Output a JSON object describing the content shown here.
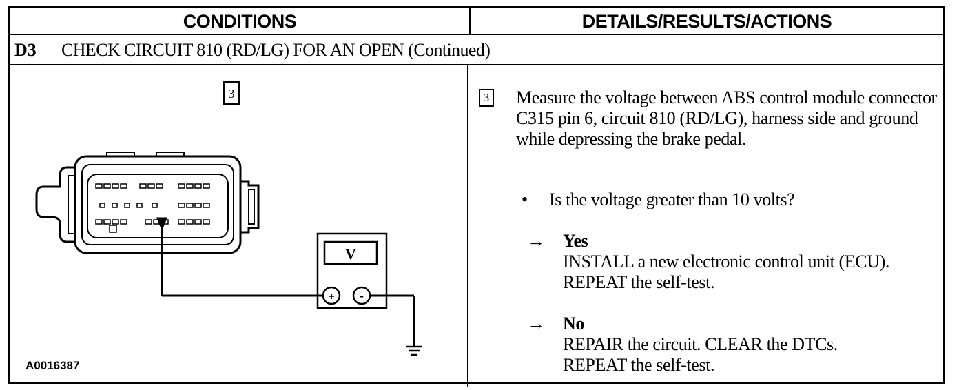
{
  "header": {
    "conditions": "CONDITIONS",
    "details": "DETAILS/RESULTS/ACTIONS"
  },
  "step": {
    "id": "D3",
    "title": "CHECK CIRCUIT 810 (RD/LG) FOR AN OPEN (Continued)"
  },
  "diagram": {
    "step_number": "3",
    "meter_label": "V",
    "plus_symbol": "+",
    "minus_symbol": "-",
    "figure_id": "A0016387"
  },
  "details": {
    "step_number": "3",
    "instruction": "Measure the voltage between ABS control module connector C315 pin 6, circuit 810 (RD/LG), harness side and ground while depressing the brake pedal.",
    "bullet": "•",
    "question": "Is the voltage greater than 10 volts?",
    "arrow": "→",
    "yes_label": "Yes",
    "yes_text": "INSTALL a new electronic control unit (ECU). REPEAT the self-test.",
    "no_label": "No",
    "no_text": "REPAIR the circuit. CLEAR the DTCs. REPEAT the self-test."
  }
}
